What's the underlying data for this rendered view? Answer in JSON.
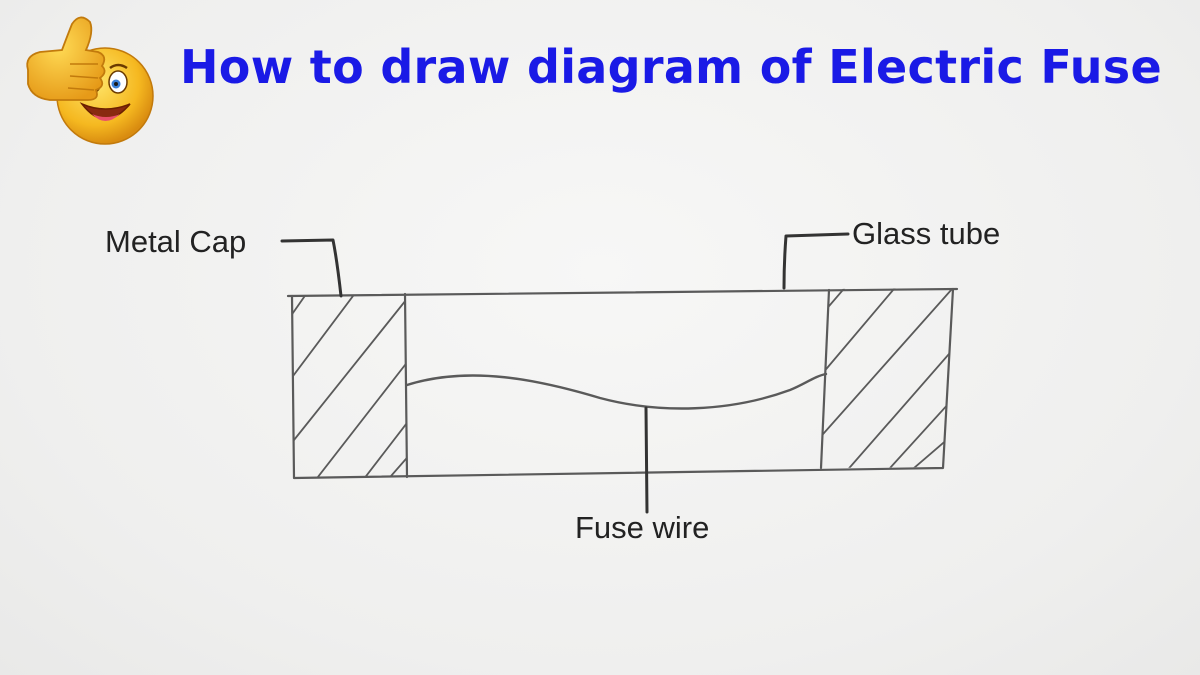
{
  "title": "How to draw diagram of Electric Fuse",
  "labels": {
    "metal_cap": "Metal Cap",
    "glass_tube": "Glass tube",
    "fuse_wire": "Fuse wire"
  },
  "icons": {
    "emoji": "thumbs-up-smiley-icon"
  },
  "colors": {
    "title": "#1a1ae6",
    "pencil": "#555555",
    "emoji_face": "#f5b820"
  }
}
